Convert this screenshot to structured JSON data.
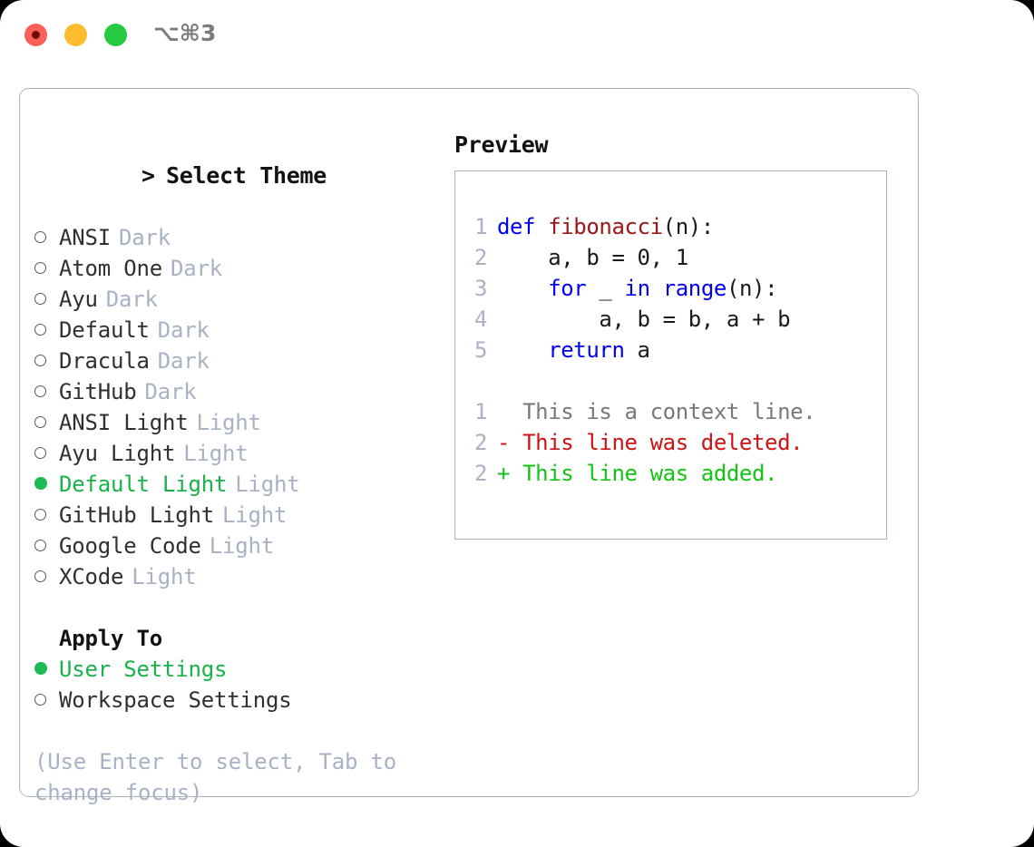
{
  "window": {
    "shortcut": "⌥⌘3",
    "traffic_lights": [
      "close-red",
      "minimize-yellow",
      "maximize-green"
    ]
  },
  "theme_picker": {
    "header": "Select Theme",
    "caret": ">",
    "items": [
      {
        "marker": "ring",
        "label": "ANSI",
        "tag": "Dark",
        "selected": false
      },
      {
        "marker": "ring",
        "label": "Atom One",
        "tag": "Dark",
        "selected": false
      },
      {
        "marker": "ring",
        "label": "Ayu",
        "tag": "Dark",
        "selected": false
      },
      {
        "marker": "ring",
        "label": "Default",
        "tag": "Dark",
        "selected": false
      },
      {
        "marker": "ring",
        "label": "Dracula",
        "tag": "Dark",
        "selected": false
      },
      {
        "marker": "ring",
        "label": "GitHub",
        "tag": "Dark",
        "selected": false
      },
      {
        "marker": "ring",
        "label": "ANSI Light",
        "tag": "Light",
        "selected": false
      },
      {
        "marker": "ring",
        "label": "Ayu Light",
        "tag": "Light",
        "selected": false
      },
      {
        "marker": "dot",
        "label": "Default Light",
        "tag": "Light",
        "selected": true
      },
      {
        "marker": "ring",
        "label": "GitHub Light",
        "tag": "Light",
        "selected": false
      },
      {
        "marker": "ring",
        "label": "Google Code",
        "tag": "Light",
        "selected": false
      },
      {
        "marker": "ring",
        "label": "XCode",
        "tag": "Light",
        "selected": false
      }
    ]
  },
  "apply_to": {
    "title": "Apply To",
    "items": [
      {
        "marker": "dot",
        "label": "User Settings",
        "selected": true
      },
      {
        "marker": "ring",
        "label": "Workspace Settings",
        "selected": false
      }
    ]
  },
  "hint": "(Use Enter to select, Tab to change focus)",
  "preview": {
    "title": "Preview",
    "code_lines": [
      {
        "num": "1",
        "tokens": [
          {
            "t": "def ",
            "c": "kw"
          },
          {
            "t": "fibonacci",
            "c": "fn"
          },
          {
            "t": "(n):",
            "c": "plain"
          }
        ]
      },
      {
        "num": "2",
        "tokens": [
          {
            "t": "    a, b = 0, 1",
            "c": "plain"
          }
        ]
      },
      {
        "num": "3",
        "tokens": [
          {
            "t": "    ",
            "c": "plain"
          },
          {
            "t": "for",
            "c": "kw"
          },
          {
            "t": " _ ",
            "c": "plain"
          },
          {
            "t": "in",
            "c": "kw"
          },
          {
            "t": " ",
            "c": "plain"
          },
          {
            "t": "range",
            "c": "kw"
          },
          {
            "t": "(n):",
            "c": "plain"
          }
        ]
      },
      {
        "num": "4",
        "tokens": [
          {
            "t": "        a, b = b, a + b",
            "c": "plain"
          }
        ]
      },
      {
        "num": "5",
        "tokens": [
          {
            "t": "    ",
            "c": "plain"
          },
          {
            "t": "return",
            "c": "kw"
          },
          {
            "t": " a",
            "c": "plain"
          }
        ]
      }
    ],
    "diff_lines": [
      {
        "num": "1",
        "text": "  This is a context line.",
        "c": "ctx"
      },
      {
        "num": "2",
        "text": "- This line was deleted.",
        "c": "del"
      },
      {
        "num": "2",
        "text": "+ This line was added.",
        "c": "add"
      }
    ]
  },
  "colors": {
    "accent_green": "#19b14a",
    "tag_gray": "#a8b2c4",
    "border": "#a9b3c4",
    "keyword_blue": "#0000f5",
    "function_red": "#9b1616",
    "diff_add": "#14c414",
    "diff_del": "#cc1414"
  }
}
